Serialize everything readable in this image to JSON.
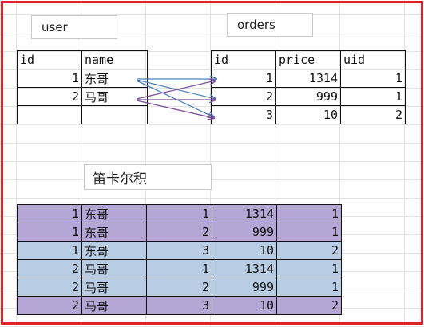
{
  "labels": {
    "user_table": "user",
    "orders_table": "orders",
    "cartesian": "笛卡尔积"
  },
  "user": {
    "headers": [
      "id",
      "name"
    ],
    "rows": [
      [
        "1",
        "东哥"
      ],
      [
        "2",
        "马哥"
      ],
      [
        "",
        ""
      ]
    ]
  },
  "orders": {
    "headers": [
      "id",
      "price",
      "uid"
    ],
    "rows": [
      [
        "1",
        "1314",
        "1"
      ],
      [
        "2",
        "999",
        "1"
      ],
      [
        "3",
        "10",
        "2"
      ]
    ]
  },
  "cartesian_rows": [
    [
      "1",
      "东哥",
      "1",
      "1314",
      "1"
    ],
    [
      "1",
      "东哥",
      "2",
      "999",
      "1"
    ],
    [
      "1",
      "东哥",
      "3",
      "10",
      "2"
    ],
    [
      "2",
      "马哥",
      "1",
      "1314",
      "1"
    ],
    [
      "2",
      "马哥",
      "2",
      "999",
      "1"
    ],
    [
      "2",
      "马哥",
      "3",
      "10",
      "2"
    ]
  ],
  "colors": {
    "frame": "#e0202a",
    "purple_row": "#b4a7d6",
    "blue_row": "#b8cce4",
    "arrow_blue": "#4f81bd",
    "arrow_purple": "#7a4e9c"
  }
}
